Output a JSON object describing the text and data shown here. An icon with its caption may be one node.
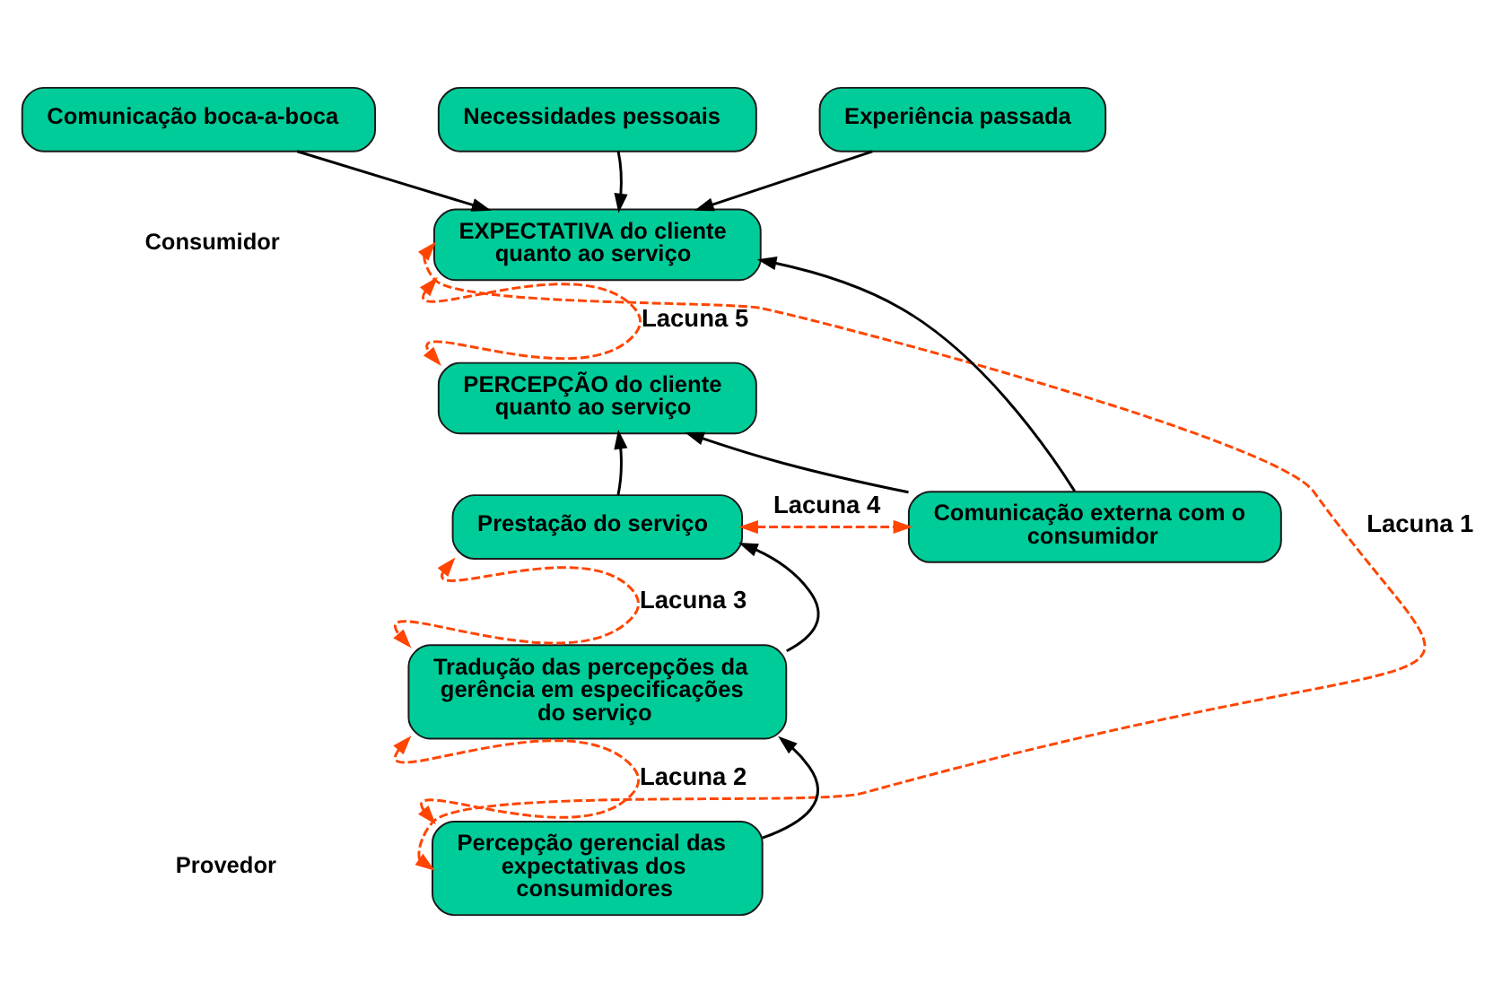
{
  "diagram": {
    "nodes": [
      {
        "text": [
          "Comunicação boca-a-boca"
        ]
      },
      {
        "text": [
          "Necessidades pessoais"
        ]
      },
      {
        "text": [
          "Experiência passada"
        ]
      },
      {
        "text": [
          "EXPECTATIVA do cliente quanto ao serviço"
        ]
      },
      {
        "text": [
          "PERCEPÇÃO do cliente quanto ao serviço"
        ]
      },
      {
        "text": [
          "Prestação do serviço"
        ]
      },
      {
        "text": [
          "Comunicação externa com o consumidor"
        ]
      },
      {
        "text": [
          "Tradução das percepções da gerência em especificações do serviço"
        ]
      },
      {
        "text": [
          "Percepção gerencial das expectativas dos consumidores"
        ]
      }
    ],
    "edges": [
      {
        "from": 0,
        "to": 3,
        "arrow": "to"
      },
      {
        "from": 1,
        "to": 3,
        "arrow": "to"
      },
      {
        "from": 2,
        "to": 3,
        "arrow": "to"
      },
      {
        "from": 6,
        "to": 3,
        "arrow": "to"
      },
      {
        "from": 6,
        "to": 4,
        "arrow": "to"
      },
      {
        "from": 5,
        "to": 4,
        "arrow": "to"
      },
      {
        "from": 7,
        "to": 5,
        "arrow": "to"
      },
      {
        "from": 8,
        "to": 7,
        "arrow": "to"
      },
      {
        "from": 3,
        "to": 8,
        "arrow": "both",
        "label": "Lacuna 1",
        "style": "dashed",
        "color": "#ff4500"
      },
      {
        "from": 3,
        "to": 4,
        "arrow": "both",
        "label": "Lacuna 5",
        "style": "dashed",
        "color": "#ff4500"
      },
      {
        "from": 5,
        "to": 7,
        "arrow": "both",
        "label": "Lacuna 3",
        "style": "dashed",
        "color": "#ff4500"
      },
      {
        "from": 7,
        "to": 8,
        "arrow": "both",
        "label": "Lacuna 2",
        "style": "dashed",
        "color": "#ff4500"
      },
      {
        "from": 5,
        "to": 6,
        "arrow": "both",
        "label": "Lacuna 4",
        "style": "dashed",
        "color": "#ff4500"
      }
    ],
    "labels": [
      "Consumidor",
      "Provedor"
    ]
  }
}
